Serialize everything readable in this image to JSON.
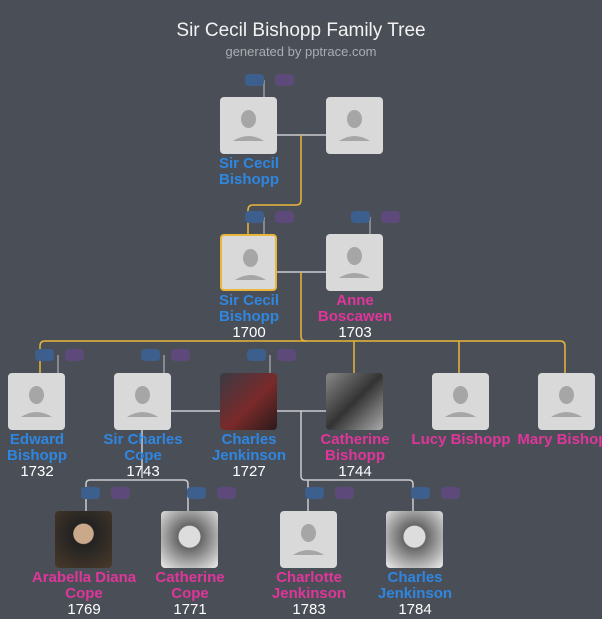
{
  "header": {
    "title": "Sir Cecil Bishopp Family Tree",
    "subtitle": "generated by pptrace.com"
  },
  "colors": {
    "male": "#2f86e0",
    "female": "#e0359a",
    "lineage": "#e9b53a",
    "background": "#4a4f57"
  },
  "people": [
    {
      "id": "p1",
      "name": "Sir Cecil Bishopp",
      "year": "",
      "gender": "m",
      "photo": false
    },
    {
      "id": "p2",
      "name": "",
      "year": "",
      "gender": "f",
      "photo": false
    },
    {
      "id": "p3",
      "name": "Sir Cecil Bishopp",
      "year": "1700",
      "gender": "m",
      "photo": false,
      "selected": true
    },
    {
      "id": "p4",
      "name": "Anne Boscawen",
      "year": "1703",
      "gender": "f",
      "photo": false
    },
    {
      "id": "p5",
      "name": "Edward Bishopp",
      "year": "1732",
      "gender": "m",
      "photo": false
    },
    {
      "id": "p6",
      "name": "Sir Charles Cope",
      "year": "1743",
      "gender": "m",
      "photo": false
    },
    {
      "id": "p7",
      "name": "Charles Jenkinson",
      "year": "1727",
      "gender": "m",
      "photo": true
    },
    {
      "id": "p8",
      "name": "Catherine Bishopp",
      "year": "1744",
      "gender": "f",
      "photo": true
    },
    {
      "id": "p9",
      "name": "Lucy Bishopp",
      "year": "",
      "gender": "f",
      "photo": false
    },
    {
      "id": "p10",
      "name": "Mary Bishopp",
      "year": "",
      "gender": "f",
      "photo": false
    },
    {
      "id": "p11",
      "name": "Arabella Diana Cope",
      "year": "1769",
      "gender": "f",
      "photo": true
    },
    {
      "id": "p12",
      "name": "Catherine Cope",
      "year": "1771",
      "gender": "f",
      "photo": true
    },
    {
      "id": "p13",
      "name": "Charlotte Jenkinson",
      "year": "1783",
      "gender": "f",
      "photo": false
    },
    {
      "id": "p14",
      "name": "Charles Jenkinson",
      "year": "1784",
      "gender": "m",
      "photo": true
    }
  ]
}
